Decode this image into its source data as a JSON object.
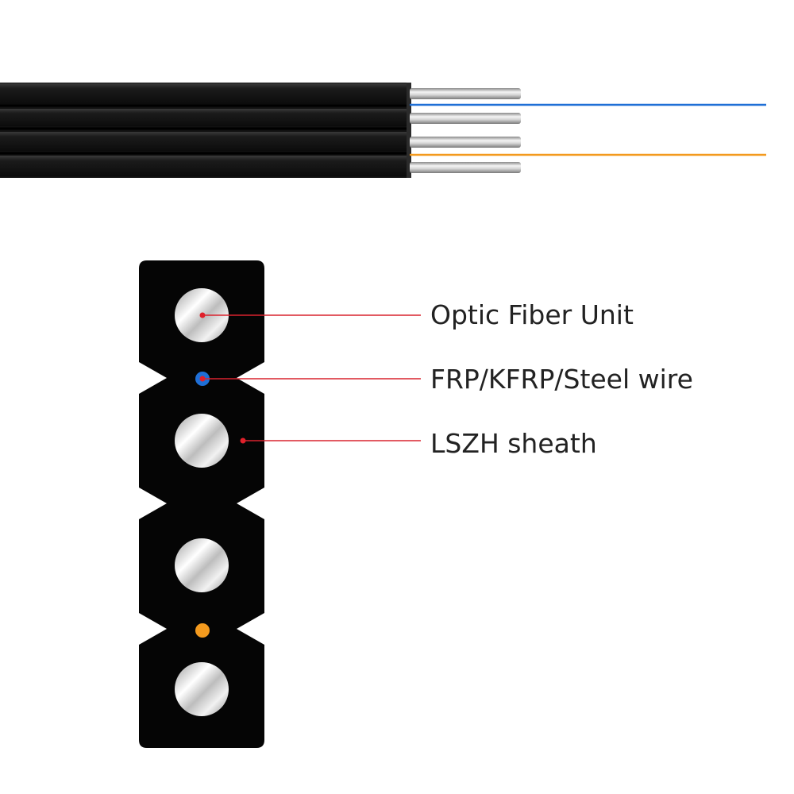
{
  "callouts": {
    "optic_fiber_unit": "Optic Fiber Unit",
    "strength_member": "FRP/KFRP/Steel wire",
    "sheath": "LSZH sheath"
  },
  "colors": {
    "sheath": "#0a0a0a",
    "callout_line": "#d9232e",
    "callout_dot": "#e0202a",
    "fiber_blue": "#1f6fd6",
    "fiber_orange": "#f39a1e",
    "strength_rod": "#c8c8c8"
  },
  "components": [
    "cable-side-view",
    "cable-cross-section",
    "optic-fiber-units",
    "strength-members"
  ]
}
